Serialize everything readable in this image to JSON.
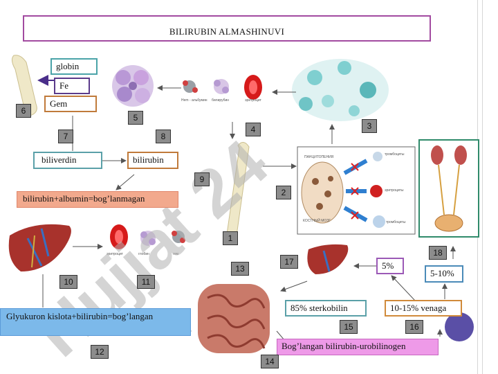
{
  "title": "BILIRUBIN ALMASHINUVI",
  "labels": {
    "globin": "globin",
    "fe": "Fe",
    "gem": "Gem",
    "biliverdin": "biliverdin",
    "bilirubin": "bilirubin",
    "unconjugated": "bilirubin+albumin=bog’lanmagan",
    "conjugated": "Glyukuron kislota+bilirubin=bog’langan",
    "sterkobilin": "85% sterkobilin",
    "venaga": "10-15% venaga",
    "five_pct": "5%",
    "five_ten_pct": "5-10%",
    "urobilinogen": "Bog’langan bilirubin-urobilinogen"
  },
  "numbers": [
    "1",
    "2",
    "3",
    "4",
    "5",
    "6",
    "7",
    "8",
    "9",
    "10",
    "11",
    "12",
    "13",
    "14",
    "15",
    "16",
    "17",
    "18"
  ],
  "watermark": "Hujjat 24",
  "image_captions": {
    "cells_top": [
      "Hem - альбумин",
      "билирубин",
      "эритроцит"
    ],
    "cells_bottom": [
      "эритроцит",
      "глобин",
      "гем"
    ],
    "marrow": {
      "top": "ПАНЦИТОПЕНИЯ",
      "left": "КОСТНЫЙ МОЗГ",
      "r1": "тромбоциты",
      "r2": "эритроциты",
      "r3": "тромбоциты"
    }
  },
  "colors": {
    "title_border": "#a24aa0",
    "accent_circle": "#5a4fa6",
    "watermark": "#b0b0b0"
  }
}
